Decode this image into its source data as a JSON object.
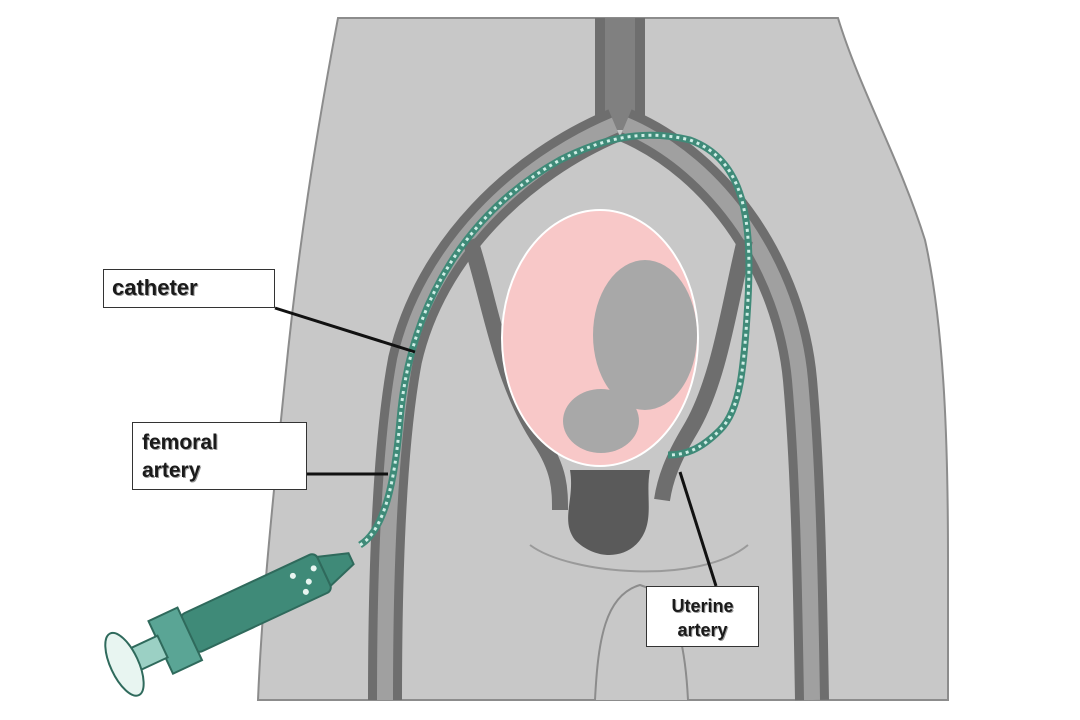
{
  "labels": {
    "catheter": "catheter",
    "femoral_artery": [
      "femoral",
      "artery"
    ],
    "uterine_artery": [
      "Uterine",
      "artery"
    ]
  },
  "colors": {
    "body": "#c8c8c8",
    "body_outline": "#9a9a9a",
    "artery": "#6e6e6e",
    "catheter": "#6fb8a8",
    "uterus": "#f8c8c8",
    "fetus": "#a8a8a8",
    "syringe": "#3f8a78"
  }
}
